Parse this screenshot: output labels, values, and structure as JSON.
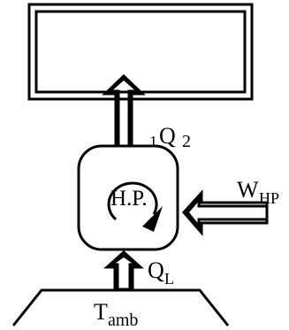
{
  "labels": {
    "center": "H.P.",
    "q_prefix": "1",
    "q_main": "Q",
    "q_suffix": "2",
    "w_main": "W",
    "w_sub": "HP",
    "ql_main": "Q",
    "ql_sub": "L",
    "t_main": "T",
    "t_sub": "amb"
  }
}
